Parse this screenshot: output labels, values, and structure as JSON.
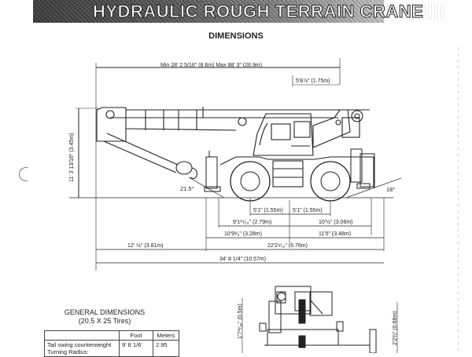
{
  "header": {
    "title": "HYDRAULIC ROUGH TERRAIN CRANE",
    "section": "DIMENSIONS"
  },
  "side_view": {
    "boom_reach": "Min 28' 2 5/16\" (8.6m)  Max 88' 3\" (26.9m)",
    "cab_offset": "5'8⅞\" (1.75m)",
    "overall_height": "11' 3 13/16\" (3.45m)",
    "approach_angle": "21.5°",
    "departure_angle": "18°",
    "axle_to_center_front": "5'1\" (1.55m)",
    "axle_to_center_rear": "5'1\" (1.55m)",
    "front_axle_to_front": "9'1¹⁵⁄₁₆\" (2.79m)",
    "rear_axle_to_rear": "10'½\" (3.06m)",
    "front_overhang": "10'9¹⁄₈\" (3.28m)",
    "rear_overhang": "11'5\" (3.48m)",
    "boom_overhang": "12' ½\" (3.81m)",
    "carrier_length": "22'2⁹⁄₁₆\" (6.76m)",
    "overall_length": "34' 8 1/4\" (10.57m)"
  },
  "front_view": {
    "left_height": "1'7¹¹⁄₁₆\" (0.5m)",
    "right_height": "2'2¾\" (0.68m)"
  },
  "general_dimensions": {
    "title": "GENERAL DIMENSIONS",
    "subtitle": "(20.5 X 25 Tires)",
    "columns": [
      "",
      "Foot",
      "Meters"
    ],
    "rows": [
      {
        "label": "Tail swing counterweight Turning Radius:",
        "foot": "9' 8 1/6'",
        "meters": "2.95"
      }
    ]
  }
}
